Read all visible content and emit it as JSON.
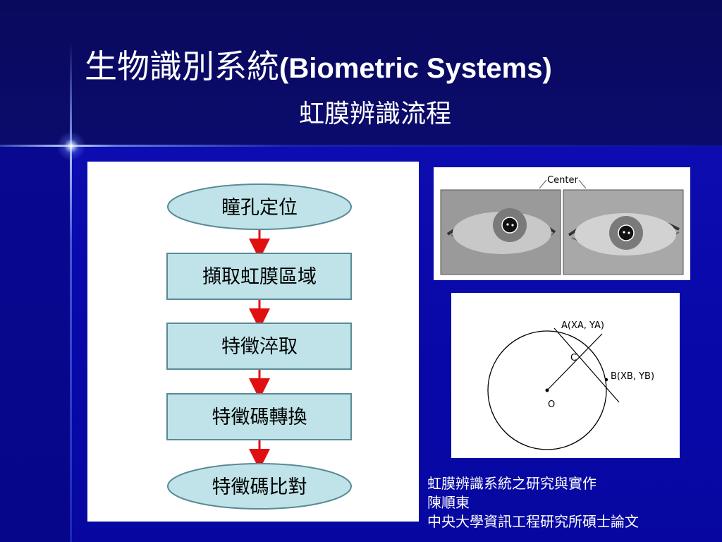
{
  "slide": {
    "title_cjk": "生物識別系統",
    "title_en": "(Biometric Systems)",
    "subtitle": "虹膜辨識流程"
  },
  "flowchart": {
    "steps": [
      {
        "label": "瞳孔定位",
        "shape": "ellipse"
      },
      {
        "label": "擷取虹膜區域",
        "shape": "rect"
      },
      {
        "label": "特徵淬取",
        "shape": "rect"
      },
      {
        "label": "特徵碼轉換",
        "shape": "rect"
      },
      {
        "label": "特徵碼比對",
        "shape": "ellipse"
      }
    ],
    "node_fill": "#bfe3e8",
    "node_stroke": "#5a8a96",
    "arrow_color": "#e01010"
  },
  "eye_figure": {
    "label": "Center"
  },
  "circle_diagram": {
    "point_a": "A(XA, YA)",
    "point_b": "B(XB, YB)",
    "point_c": "C",
    "point_o": "O"
  },
  "caption": {
    "line1": "虹膜辨識系統之研究與實作",
    "line2": "陳順東",
    "line3": "中央大學資訊工程研究所碩士論文"
  },
  "colors": {
    "background": "#0a0a9a",
    "header": "#0a0a5c",
    "text": "#ffffff"
  }
}
